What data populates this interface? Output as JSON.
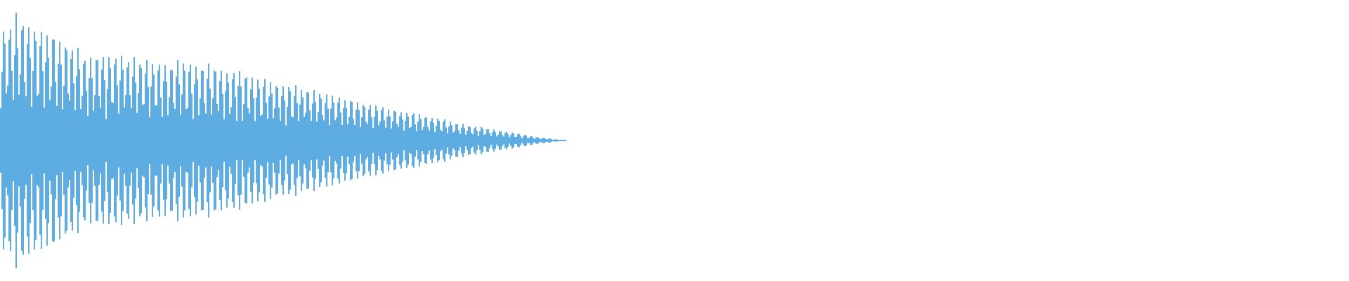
{
  "chart_data": {
    "type": "area",
    "title": "",
    "xlabel": "",
    "ylabel": "",
    "xlim": [
      0,
      1
    ],
    "ylim": [
      -1,
      1
    ],
    "grid": false,
    "legend": "none",
    "color": "#5DADE2",
    "oscillation_period": 0.0046,
    "envelope": {
      "x": [
        0,
        0.01,
        0.063,
        0.16,
        0.223,
        0.287,
        0.35,
        0.396,
        0.419
      ],
      "amplitude": [
        0.8,
        0.92,
        0.65,
        0.55,
        0.39,
        0.24,
        0.11,
        0.03,
        0
      ]
    }
  }
}
